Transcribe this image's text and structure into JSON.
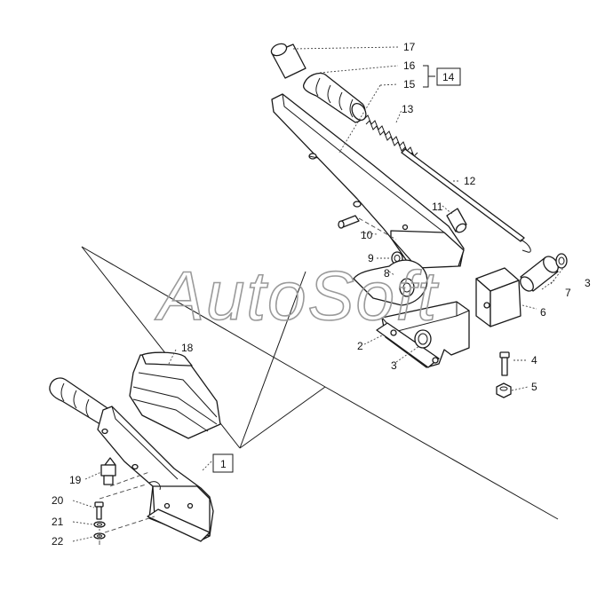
{
  "watermark": "AutoSoft",
  "callouts": [
    {
      "id": "c17",
      "label": "17"
    },
    {
      "id": "c16",
      "label": "16"
    },
    {
      "id": "c15",
      "label": "15"
    },
    {
      "id": "c14",
      "label": "14"
    },
    {
      "id": "c13",
      "label": "13"
    },
    {
      "id": "c12",
      "label": "12"
    },
    {
      "id": "c11",
      "label": "11"
    },
    {
      "id": "c10",
      "label": "10"
    },
    {
      "id": "c9",
      "label": "9"
    },
    {
      "id": "c8",
      "label": "8"
    },
    {
      "id": "c3a",
      "label": "3"
    },
    {
      "id": "c7",
      "label": "7"
    },
    {
      "id": "c6",
      "label": "6"
    },
    {
      "id": "c2",
      "label": "2"
    },
    {
      "id": "c3b",
      "label": "3"
    },
    {
      "id": "c4",
      "label": "4"
    },
    {
      "id": "c5",
      "label": "5"
    },
    {
      "id": "c18",
      "label": "18"
    },
    {
      "id": "c1",
      "label": "1"
    },
    {
      "id": "c19",
      "label": "19"
    },
    {
      "id": "c20",
      "label": "20"
    },
    {
      "id": "c21",
      "label": "21"
    },
    {
      "id": "c22",
      "label": "22"
    }
  ]
}
